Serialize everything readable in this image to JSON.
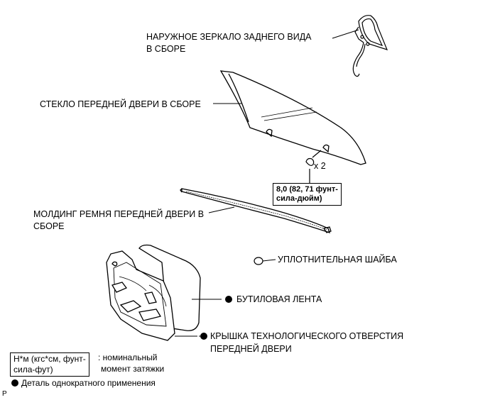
{
  "labels": {
    "mirror_line1": "НАРУЖНОЕ ЗЕРКАЛО ЗАДНЕГО ВИДА",
    "mirror_line2": "В СБОРЕ",
    "glass": "СТЕКЛО ПЕРЕДНЕЙ ДВЕРИ В СБОРЕ",
    "multiplier": "x 2",
    "torque_line1": "8,0 (82, 71 фунт-",
    "torque_line2": "сила-дюйм)",
    "molding_line1": "МОЛДИНГ РЕМНЯ ПЕРЕДНЕЙ ДВЕРИ В",
    "molding_line2": "СБОРЕ",
    "washer": "УПЛОТНИТЕЛЬНАЯ ШАЙБА",
    "butyl": "БУТИЛОВАЯ ЛЕНТА",
    "cover_line1": "КРЫШКА ТЕХНОЛОГИЧЕСКОГО ОТВЕРСТИЯ",
    "cover_line2": "ПЕРЕДНЕЙ ДВЕРИ"
  },
  "legend": {
    "torque_box_line1": "Н*м (кгс*см, фунт-",
    "torque_box_line2": "сила-фут)",
    "torque_desc_line1": ": номинальный",
    "torque_desc_line2": "момент затяжки",
    "nonreusable": "Деталь однократного применения"
  },
  "corner_mark": "P",
  "icons": {
    "nonreusable": "filled-circle-icon"
  }
}
